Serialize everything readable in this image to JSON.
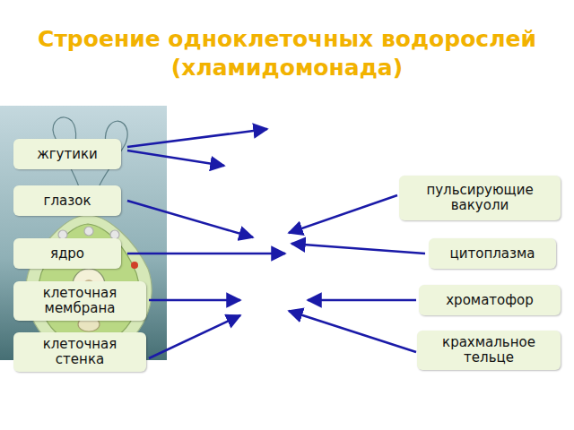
{
  "diagram": {
    "title": "Строение одноклеточных водорослей (хламидомонада)",
    "nodes": [
      {
        "text": [
          "жгутики"
        ]
      },
      {
        "text": [
          "глазок"
        ]
      },
      {
        "text": [
          "ядро"
        ]
      },
      {
        "text": [
          "клеточная мембрана"
        ]
      },
      {
        "text": [
          "клеточная стенка"
        ]
      },
      {
        "text": [
          "пульсирующие вакуоли"
        ]
      },
      {
        "text": [
          "цитоплазма"
        ]
      },
      {
        "text": [
          "хроматофор"
        ]
      },
      {
        "text": [
          "крахмальное тельце"
        ]
      }
    ]
  }
}
